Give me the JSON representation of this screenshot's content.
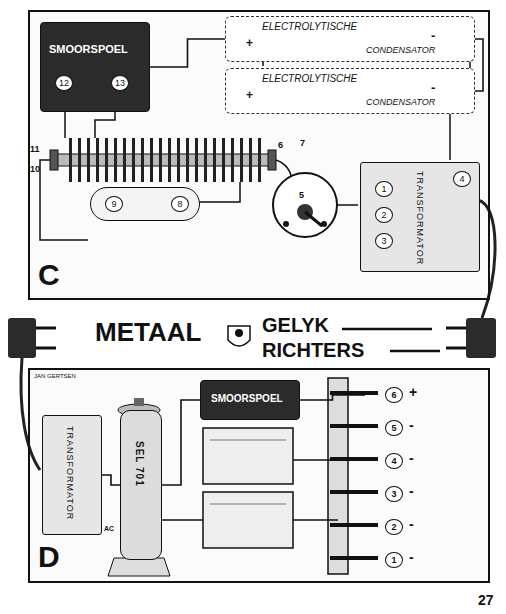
{
  "diagram": {
    "nodes": [
      {
        "text": [
          "C"
        ]
      },
      {
        "text": [
          "SMOORSPOEL",
          "12",
          "13"
        ],
        "in": 0
      },
      {
        "text": [
          "ELECTROLYTISCHE",
          "+",
          "-",
          "CONDENSATOR"
        ],
        "in": 0
      },
      {
        "text": [
          "ELECTROLYTISCHE",
          "+",
          "-",
          "CONDENSATOR"
        ],
        "in": 0
      },
      {
        "text": [
          "9",
          "8"
        ],
        "in": 0
      },
      {
        "text": [
          "TRANSFORMATOR",
          "1",
          "2",
          "3",
          "4"
        ],
        "in": 0
      },
      {
        "text": [
          "D"
        ]
      },
      {
        "text": [
          "TRANSFORMATOR"
        ],
        "in": 6
      },
      {
        "text": [
          "SEL 701"
        ],
        "in": 6
      },
      {
        "text": [
          "SMOORSPOEL"
        ],
        "in": 6
      },
      {
        "text": [
          "6",
          "+"
        ],
        "in": 6
      },
      {
        "text": [
          "5",
          "-"
        ],
        "in": 6
      },
      {
        "text": [
          "4",
          "-"
        ],
        "in": 6
      },
      {
        "text": [
          "3",
          "-"
        ],
        "in": 6
      },
      {
        "text": [
          "2",
          "-"
        ],
        "in": 6
      },
      {
        "text": [
          "1",
          "-"
        ],
        "in": 6
      }
    ],
    "edges": [
      {
        "from": 1,
        "to": 2,
        "arrow": "none"
      },
      {
        "from": 2,
        "to": 3,
        "arrow": "none"
      },
      {
        "from": 7,
        "to": 8,
        "arrow": "none"
      },
      {
        "from": 8,
        "to": 9,
        "arrow": "none"
      },
      {
        "from": 9,
        "to": 10,
        "arrow": "none"
      }
    ],
    "labels": [
      "METAAL",
      "GELYK",
      "RICHTERS",
      "11",
      "10",
      "6",
      "7",
      "5",
      "JAN GERTSEN",
      "AC",
      "27"
    ]
  }
}
